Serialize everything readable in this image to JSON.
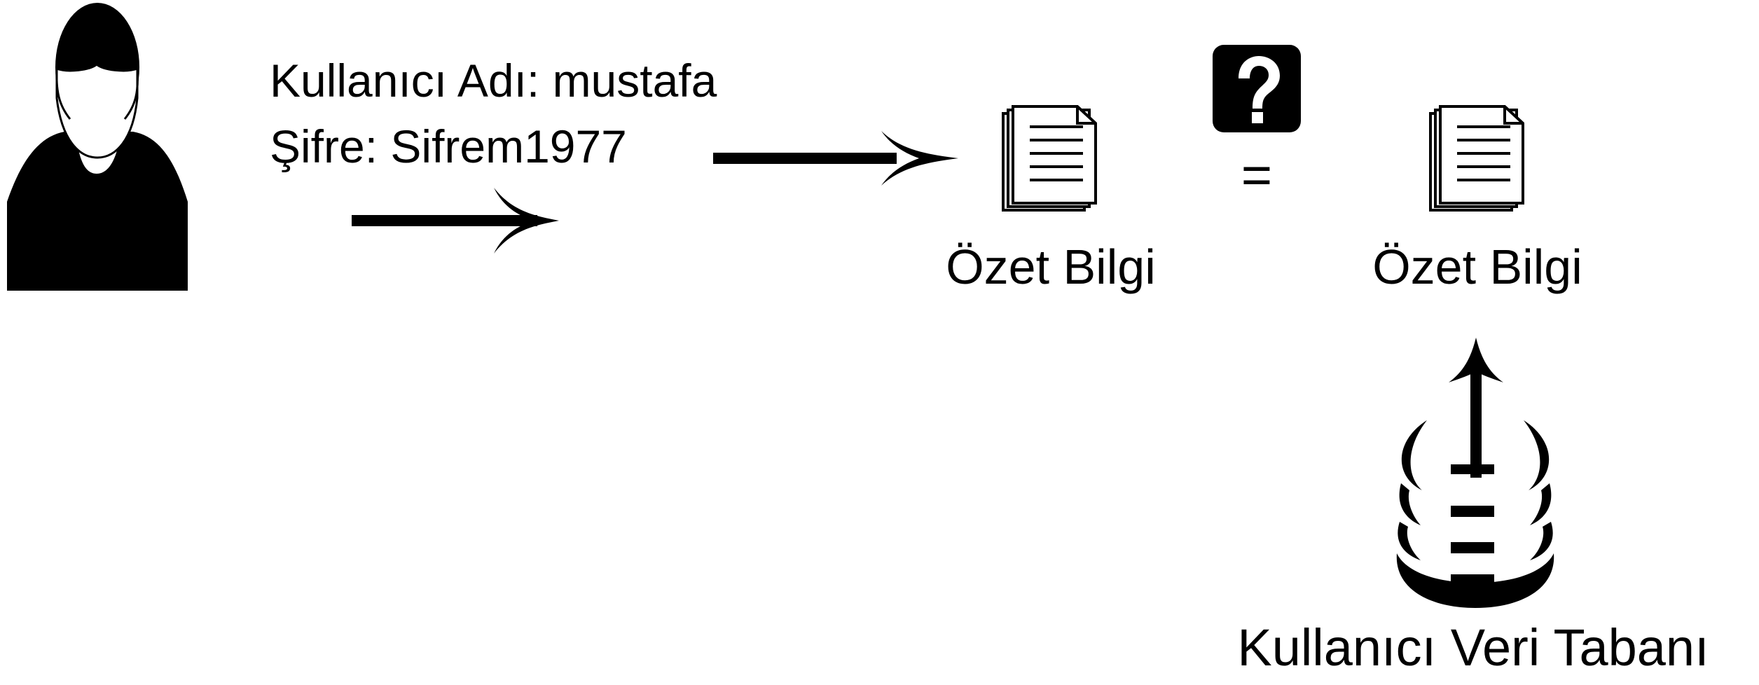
{
  "credentials": {
    "username_line": "Kullanıcı Adı: mustafa",
    "password_line": "Şifre: Sifrem1977"
  },
  "hash_left": {
    "label": "Özet Bilgi",
    "icon": "document-stack-icon"
  },
  "hash_right": {
    "label": "Özet Bilgi",
    "icon": "document-stack-icon"
  },
  "comparison": {
    "symbol": "=",
    "icon": "question-mark-icon"
  },
  "database": {
    "label": "Kullanıcı Veri Tabanı",
    "icon": "database-icon"
  },
  "user": {
    "icon": "user-silhouette-icon"
  },
  "colors": {
    "ink": "#000000",
    "paper": "#ffffff"
  }
}
